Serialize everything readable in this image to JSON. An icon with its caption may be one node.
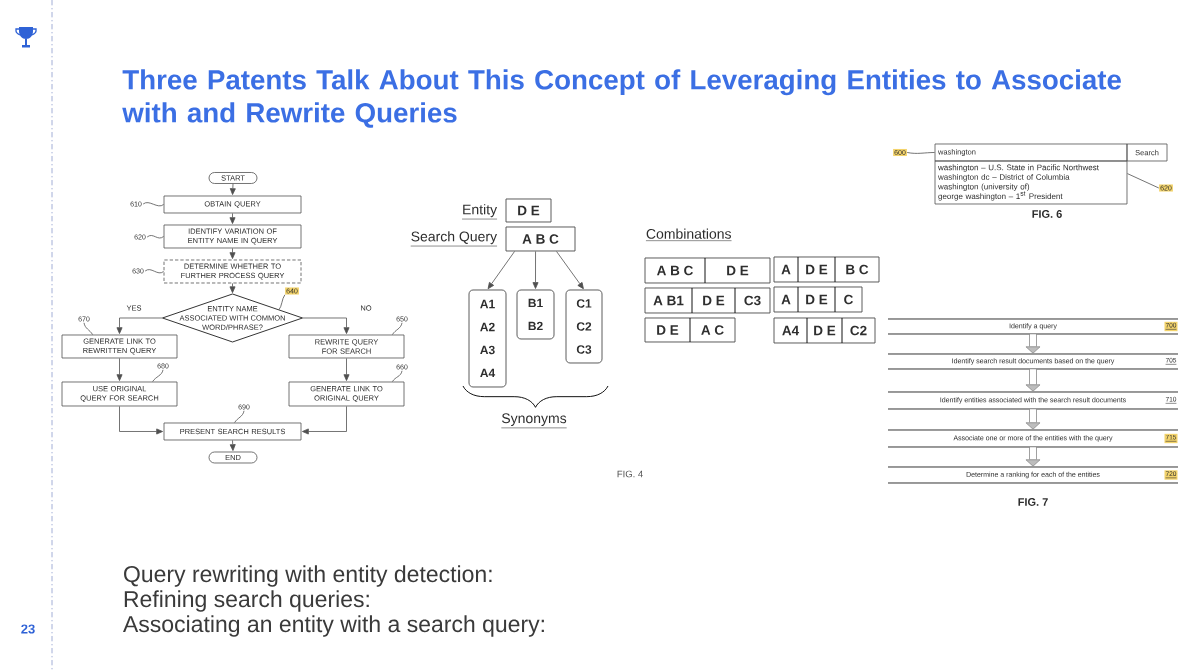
{
  "diagram": {
    "title": "Three Patents Talk About This Concept of Leveraging Entities to Associate with and Rewrite Queries",
    "nodes": [
      {
        "text": [
          "START"
        ]
      },
      {
        "text": [
          "OBTAIN QUERY"
        ]
      },
      {
        "text": [
          "610"
        ]
      },
      {
        "text": [
          "IDENTIFY VARIATION OF ENTITY NAME IN QUERY"
        ]
      },
      {
        "text": [
          "620"
        ]
      },
      {
        "text": [
          "DETERMINE WHETHER TO FURTHER PROCESS QUERY"
        ]
      },
      {
        "text": [
          "630"
        ]
      },
      {
        "text": [
          "ENTITY NAME ASSOCIATED WITH COMMON WORD/PHRASE?"
        ]
      },
      {
        "text": [
          "640"
        ]
      },
      {
        "text": [
          "670"
        ]
      },
      {
        "text": [
          "GENERATE LINK TO REWRITTEN QUERY"
        ]
      },
      {
        "text": [
          "650"
        ]
      },
      {
        "text": [
          "REWRITE QUERY FOR SEARCH"
        ]
      },
      {
        "text": [
          "680"
        ]
      },
      {
        "text": [
          "USE ORIGINAL QUERY FOR SEARCH"
        ]
      },
      {
        "text": [
          "660"
        ]
      },
      {
        "text": [
          "GENERATE LINK TO ORIGINAL QUERY"
        ]
      },
      {
        "text": [
          "690"
        ]
      },
      {
        "text": [
          "PRESENT SEARCH RESULTS"
        ]
      },
      {
        "text": [
          "END"
        ]
      },
      {
        "text": [
          "D E"
        ],
        "beside": [
          "Entity"
        ]
      },
      {
        "text": [
          "A B C"
        ],
        "beside": [
          "Search Query"
        ]
      },
      {
        "text": [
          "A1",
          "A2",
          "A3",
          "A4"
        ]
      },
      {
        "text": [
          "B1",
          "B2"
        ]
      },
      {
        "text": [
          "C1",
          "C2",
          "C3"
        ]
      },
      {
        "text": [
          "A B C",
          "D E"
        ]
      },
      {
        "text": [
          "A",
          "D E",
          "B C"
        ]
      },
      {
        "text": [
          "A B1",
          "D E",
          "C3"
        ]
      },
      {
        "text": [
          "A",
          "D E",
          "C"
        ]
      },
      {
        "text": [
          "D E",
          "A C"
        ]
      },
      {
        "text": [
          "A4",
          "D E",
          "C2"
        ]
      },
      {
        "text": [
          "600"
        ]
      },
      {
        "text": [
          "washington"
        ]
      },
      {
        "text": [
          "Search"
        ]
      },
      {
        "text": [
          "washington – U.S. State in Pacific Northwest",
          "washington dc – District of Columbia",
          "washington (university of)",
          "george washington – 1$^{st}$ President"
        ]
      },
      {
        "text": [
          "620"
        ]
      },
      {
        "text": [
          "Identify a query",
          "700"
        ]
      },
      {
        "text": [
          "Identify search result documents based on the query",
          "705"
        ]
      },
      {
        "text": [
          "Identify entities associated with the search result documents",
          "710"
        ]
      },
      {
        "text": [
          "Associate one or more of the entities with the query",
          "715"
        ]
      },
      {
        "text": [
          "Determine a ranking for each of the entities",
          "720"
        ]
      }
    ],
    "edges": [
      {
        "from": 0,
        "to": 1,
        "arrow": "to"
      },
      {
        "from": 1,
        "to": 3,
        "arrow": "to"
      },
      {
        "from": 3,
        "to": 5,
        "arrow": "to"
      },
      {
        "from": 5,
        "to": 7,
        "arrow": "to"
      },
      {
        "from": 7,
        "to": 10,
        "arrow": "to",
        "label": "YES"
      },
      {
        "from": 7,
        "to": 12,
        "arrow": "to",
        "label": "NO"
      },
      {
        "from": 10,
        "to": 14,
        "arrow": "to"
      },
      {
        "from": 12,
        "to": 16,
        "arrow": "to"
      },
      {
        "from": 14,
        "to": 18,
        "arrow": "to"
      },
      {
        "from": 16,
        "to": 18,
        "arrow": "to"
      },
      {
        "from": 18,
        "to": 19,
        "arrow": "to"
      },
      {
        "from": 2,
        "to": 1,
        "arrow": "none"
      },
      {
        "from": 4,
        "to": 3,
        "arrow": "none"
      },
      {
        "from": 6,
        "to": 5,
        "arrow": "none"
      },
      {
        "from": 8,
        "to": 7,
        "arrow": "none"
      },
      {
        "from": 9,
        "to": 10,
        "arrow": "none"
      },
      {
        "from": 11,
        "to": 12,
        "arrow": "none"
      },
      {
        "from": 13,
        "to": 14,
        "arrow": "none"
      },
      {
        "from": 15,
        "to": 16,
        "arrow": "none"
      },
      {
        "from": 17,
        "to": 18,
        "arrow": "none"
      },
      {
        "from": 21,
        "to": 22,
        "arrow": "to"
      },
      {
        "from": 21,
        "to": 23,
        "arrow": "to"
      },
      {
        "from": 21,
        "to": 24,
        "arrow": "to"
      },
      {
        "from": 31,
        "to": 32,
        "arrow": "none"
      },
      {
        "from": 35,
        "to": 34,
        "arrow": "none"
      },
      {
        "from": 36,
        "to": 37,
        "arrow": "to",
        "style": "thick"
      },
      {
        "from": 37,
        "to": 38,
        "arrow": "to",
        "style": "thick"
      },
      {
        "from": 38,
        "to": 39,
        "arrow": "to",
        "style": "thick"
      },
      {
        "from": 39,
        "to": 40,
        "arrow": "to",
        "style": "thick"
      }
    ],
    "labels": [
      "FIG. 6",
      "Combinations",
      "Synonyms",
      "FIG. 4",
      "FIG. 7",
      "Query rewriting with entity detection:",
      "Refining search queries:",
      "Associating an entity with a search query:",
      "23"
    ]
  }
}
